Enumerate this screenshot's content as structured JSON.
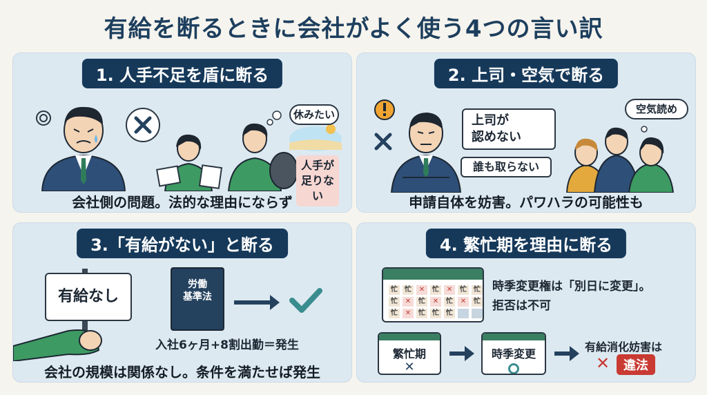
{
  "title": "有給を断るときに会社がよく使う4つの言い訳",
  "panels": [
    {
      "heading": "1. 人手不足を盾に断る",
      "bubble": "休みたい",
      "tag": [
        "人手が",
        "足りない"
      ],
      "caption": "会社側の問題。法的な理由にならず"
    },
    {
      "heading": "2. 上司・空気で断る",
      "card_main": [
        "上司が",
        "認めない"
      ],
      "card_sub": "誰も取らない",
      "bubble": "空気読め",
      "caption": "申請自体を妨害。パワハラの可能性も"
    },
    {
      "heading": "3.「有給がない」と断る",
      "sign": "有給なし",
      "book": [
        "労働",
        "基準法"
      ],
      "formula": "入社6ヶ月+8割出勤＝発生",
      "caption": "会社の規模は関係なし。条件を満たせば発生"
    },
    {
      "heading": "4. 繁忙期を理由に断る",
      "note": [
        "時季変更権は「別日に変更」。",
        "拒否は不可"
      ],
      "flow_busy": "繁忙期",
      "flow_change": "時季変更",
      "result_label": "有給消化妨害は",
      "illegal": "違法",
      "cal_busy_char": "忙"
    }
  ],
  "colors": {
    "navy": "#16395a",
    "green": "#3a7f62",
    "red": "#c93a33",
    "teal": "#3a8d8f"
  }
}
